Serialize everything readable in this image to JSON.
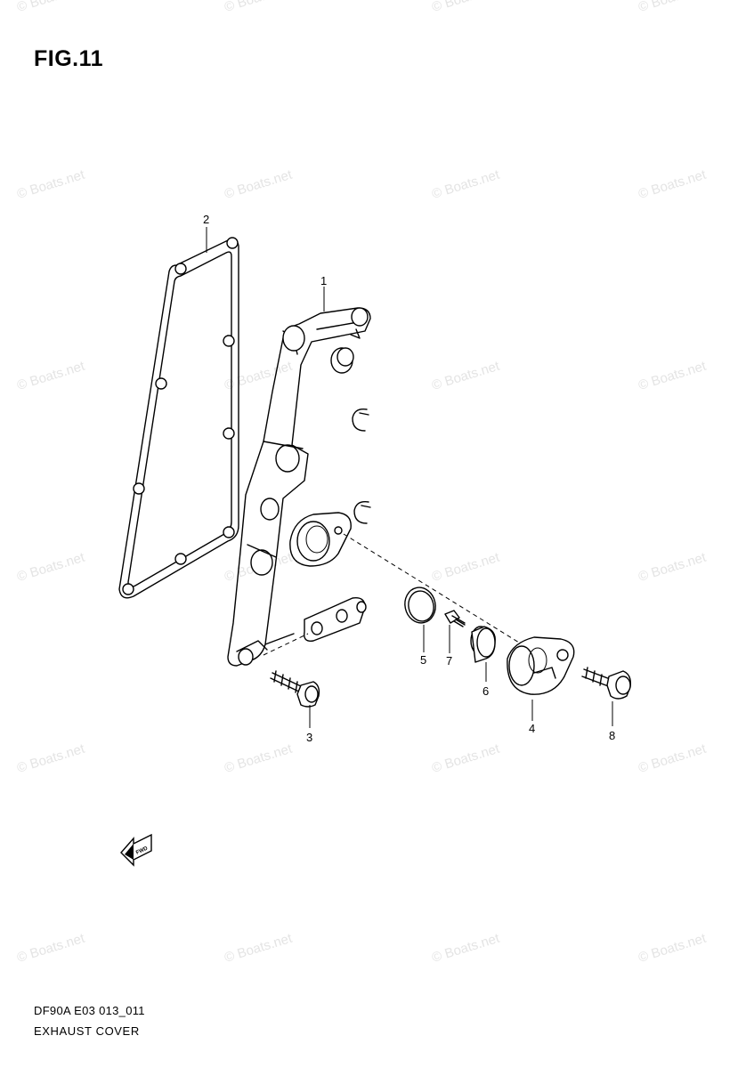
{
  "figure": {
    "title": "FIG.11",
    "code": "DF90A E03 013_011",
    "name": "EXHAUST COVER"
  },
  "watermark": "© Boats.net",
  "callouts": [
    {
      "id": "1",
      "text": "1"
    },
    {
      "id": "2",
      "text": "2"
    },
    {
      "id": "3",
      "text": "3"
    },
    {
      "id": "4",
      "text": "4"
    },
    {
      "id": "5",
      "text": "5"
    },
    {
      "id": "6",
      "text": "6"
    },
    {
      "id": "7",
      "text": "7"
    },
    {
      "id": "8",
      "text": "8"
    }
  ],
  "fwd_arrow": {
    "label": "FWD"
  }
}
